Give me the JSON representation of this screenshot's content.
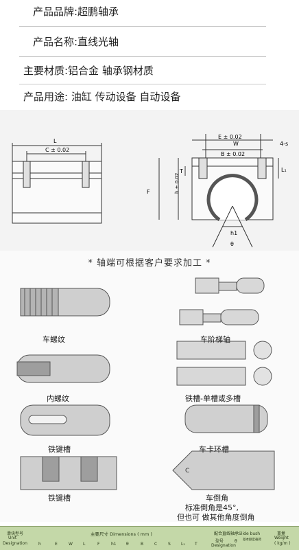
{
  "info": {
    "brand": "产品品牌:超鹏轴承",
    "name": "产品名称:直线光轴",
    "material": "主要材质:铝合金 轴承钢材质",
    "usage": "产品用途: 油缸 传动设备 自动设备"
  },
  "drawing": {
    "labels": {
      "L": "L",
      "C": "C ± 0.02",
      "E": "E ± 0.02",
      "W": "W",
      "B": "B ± 0.02",
      "screw": "4-s",
      "L1": "L₁",
      "T": "T",
      "F": "F",
      "h": "h ± 0.02",
      "h1": "h1",
      "theta": "θ"
    }
  },
  "processing": {
    "note": "* 轴端可根据客户要求加工 *",
    "items": [
      {
        "label": "车螺纹"
      },
      {
        "label": "车阶梯轴"
      },
      {
        "label": "内螺纹"
      },
      {
        "label": "铁槽-单槽或多槽"
      },
      {
        "label": "铁键槽"
      },
      {
        "label": "车卡环槽"
      },
      {
        "label": "铁键槽"
      },
      {
        "label": "车倒角"
      }
    ],
    "chamfer_note_1": "标准倒角是45°,",
    "chamfer_note_2": "但也可 做其他角度倒角",
    "chamfer_marker": "C"
  },
  "table": {
    "col1_line1": "滑块型号",
    "col1_line2": "Unit",
    "col1_line3": "Designation",
    "main_dims": "主要尺寸 Dimensions ( mm )",
    "bush": "配合直线轴承Slide bush",
    "weight": "重量",
    "weight_unit": "Weight",
    "weight_unit2": "( kg/m )",
    "model": "型号",
    "model_en": "Designation",
    "dim_cols": [
      "h",
      "E",
      "W",
      "L",
      "F",
      "h1",
      "θ",
      "B",
      "C",
      "S",
      "L₁",
      "T"
    ],
    "theta": "θ",
    "rated_load": "基本额定载荷"
  },
  "colors": {
    "table_bg": "#c4d8a8",
    "drawing_bg": "#f3f3f3",
    "shaft_gray": "#bdbdbd"
  }
}
